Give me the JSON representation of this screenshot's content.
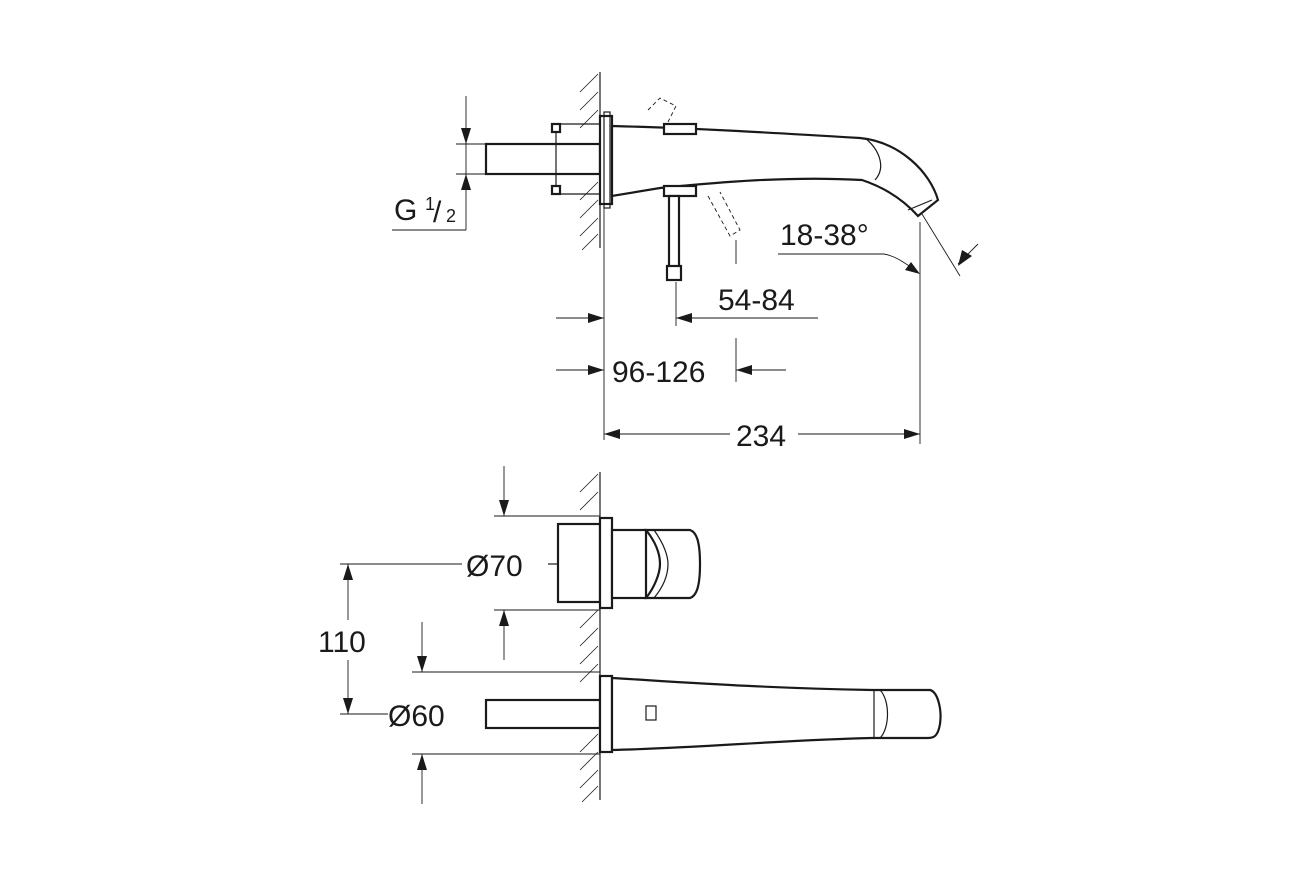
{
  "dimensions": {
    "thread_g": "G",
    "thread_num": "1",
    "thread_den": "2",
    "angle": "18-38°",
    "handle_offset": "54-84",
    "wall_depth": "96-126",
    "spout_length": "234",
    "diameter_control": "Ø70",
    "center_distance": "110",
    "diameter_spout": "Ø60"
  },
  "colors": {
    "line": "#1a1a1a",
    "background": "#ffffff"
  }
}
